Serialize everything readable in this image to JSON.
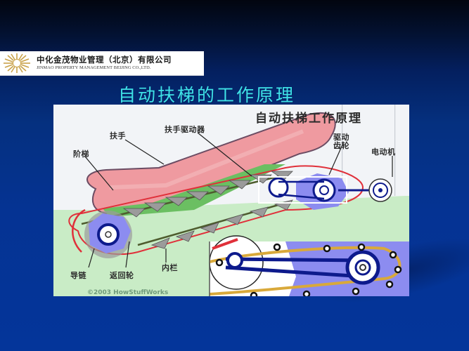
{
  "slide": {
    "background_color": "#04359a",
    "title": "自动扶梯的工作原理",
    "title_color": "#3fe3e8"
  },
  "logo": {
    "icon": "sunburst-logo-icon",
    "company_cn": "中化金茂物业管理（北京）有限公司",
    "company_en": "JINMAO PROPERTY MANAGEMENT BEIJING CO.,LTD."
  },
  "diagram": {
    "title": "自动扶梯工作原理",
    "labels": {
      "handrail": "扶手",
      "handrail_drive": "扶手驱动器",
      "drive_gear_line1": "驱动",
      "drive_gear_line2": "齿轮",
      "motor": "电动机",
      "steps": "阶梯",
      "guide_chain": "导链",
      "return_wheel": "返回轮",
      "inner_rail": "内栏"
    },
    "copyright": "©2003 HowStuffWorks",
    "colors": {
      "handrail": "#e98a8f",
      "chain_red": "#e0303a",
      "gear_blue": "#8c8cf0",
      "ground_green": "#c9ecc6",
      "belt_navy": "#0d1a8c",
      "belt_gold": "#d9a93a"
    }
  }
}
